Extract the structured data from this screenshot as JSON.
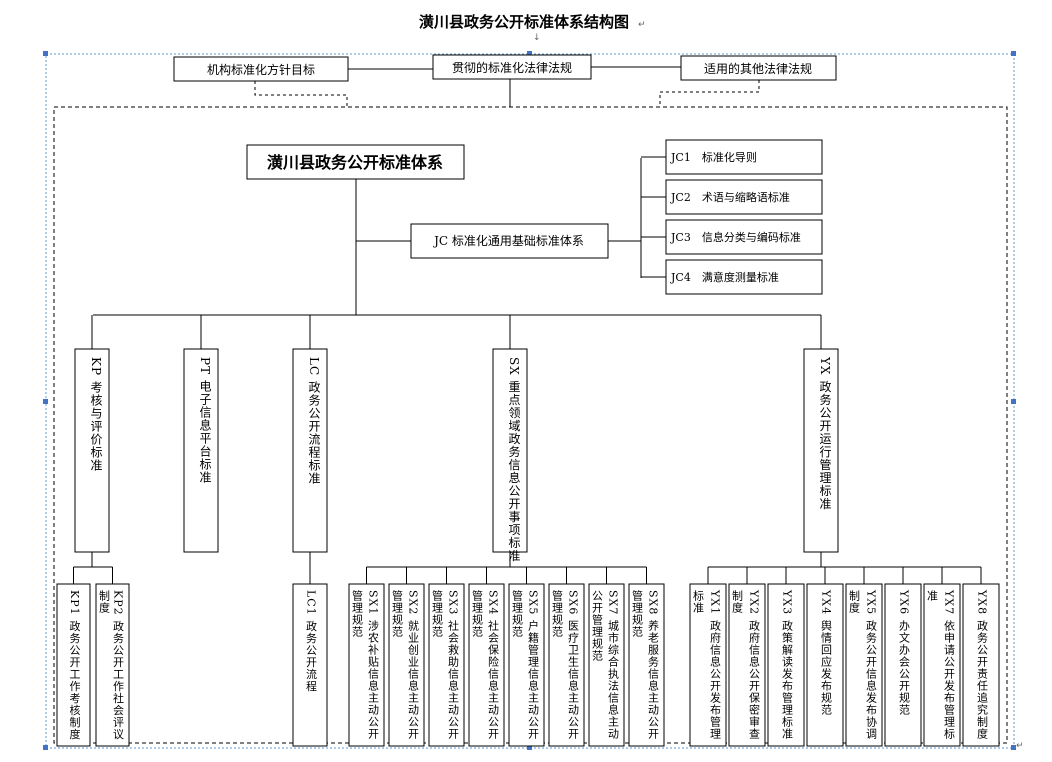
{
  "title": "潢川县政务公开标准体系结构图",
  "top_boxes": {
    "left": "机构标准化方针目标",
    "center": "贯彻的标准化法律法规",
    "right": "适用的其他法律法规"
  },
  "root": "潢川县政务公开标准体系",
  "jc": {
    "label": "JC 标准化通用基础标准体系",
    "items": [
      "JC1　标准化导则",
      "JC2　术语与缩略语标准",
      "JC3　信息分类与编码标准",
      "JC4　满意度测量标准"
    ]
  },
  "level1": {
    "kp": "KP 考核与评价标准",
    "pt": "PT 电子信息平台标准",
    "lc": "LC 政务公开流程标准",
    "sx": "SX 重点领域政务信息公开事项标准",
    "yx": "YX 政务公开运行管理标准"
  },
  "kp_items": [
    {
      "main": "KP1 政务公开工作考核制度",
      "cont": ""
    },
    {
      "main": "KP2 政务公开工作社会评议",
      "cont": "制度"
    }
  ],
  "lc_items": [
    {
      "main": "LC1 政务公开流程",
      "cont": ""
    }
  ],
  "sx_items": [
    {
      "main": "SX1 涉农补贴信息主动公开",
      "cont": "管理规范"
    },
    {
      "main": "SX2 就业创业信息主动公开",
      "cont": "管理规范"
    },
    {
      "main": "SX3 社会救助信息主动公开",
      "cont": "管理规范"
    },
    {
      "main": "SX4 社会保险信息主动公开",
      "cont": "管理规范"
    },
    {
      "main": "SX5 户籍管理信息主动公开",
      "cont": "管理规范"
    },
    {
      "main": "SX6 医疗卫生信息主动公开",
      "cont": "管理规范"
    },
    {
      "main": "SX7 城市综合执法信息主动",
      "cont": "公开管理规范"
    },
    {
      "main": "SX8 养老服务信息主动公开",
      "cont": "管理规范"
    }
  ],
  "yx_items": [
    {
      "main": "YX1 政府信息公开发布管理",
      "cont": "标准"
    },
    {
      "main": "YX2 政府信息公开保密审查",
      "cont": "制度"
    },
    {
      "main": "YX3 政策解读发布管理标准",
      "cont": ""
    },
    {
      "main": "YX4 舆情回应发布规范",
      "cont": ""
    },
    {
      "main": "YX5 政务公开信息发布协调",
      "cont": "制度"
    },
    {
      "main": "YX6 办文办会公开规范",
      "cont": ""
    },
    {
      "main": "YX7 依申请公开发布管理标",
      "cont": "准"
    },
    {
      "main": "YX8 政务公开责任追究制度",
      "cont": ""
    }
  ]
}
